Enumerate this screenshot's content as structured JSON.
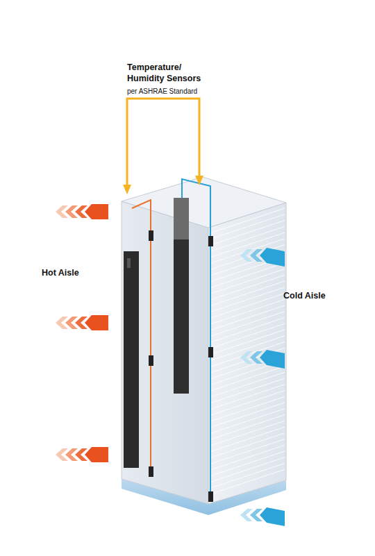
{
  "diagram": {
    "labels": [
      "Temperature/ Humidity Sensors",
      "per ASHRAE Standard",
      "Hot Aisle",
      "Cold Aisle"
    ]
  }
}
